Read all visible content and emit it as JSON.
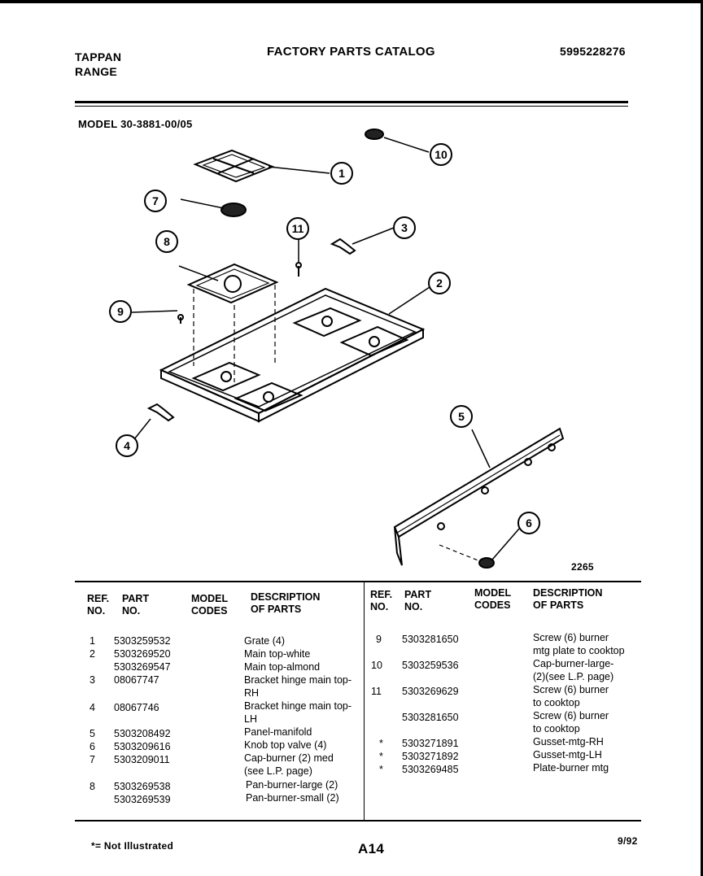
{
  "header": {
    "brand_line1": "TAPPAN",
    "brand_line2": "RANGE",
    "title": "FACTORY PARTS CATALOG",
    "catalog_number": "5995228276",
    "model": "MODEL 30-3881-00/05"
  },
  "diagram": {
    "callouts": [
      "1",
      "2",
      "3",
      "4",
      "5",
      "6",
      "7",
      "8",
      "9",
      "10",
      "11"
    ],
    "drawing_number": "2265"
  },
  "table": {
    "left_headers": {
      "ref": "REF.\nNO.",
      "part": "PART\nNO.",
      "model": "MODEL\nCODES",
      "desc": "DESCRIPTION\nOF PARTS"
    },
    "right_headers": {
      "ref": "REF.\nNO.",
      "part": "PART\nNO.",
      "model": "MODEL\nCODES",
      "desc": "DESCRIPTION\nOF PARTS"
    },
    "left_rows": [
      {
        "ref": "1",
        "part": "5303259532",
        "desc": "Grate (4)"
      },
      {
        "ref": "2",
        "part": "5303269520",
        "desc": "Main top-white"
      },
      {
        "ref": "",
        "part": "5303269547",
        "desc": "Main top-almond"
      },
      {
        "ref": "3",
        "part": "08067747",
        "desc": "Bracket hinge main top-\nRH"
      },
      {
        "ref": "4",
        "part": "08067746",
        "desc": "Bracket hinge main top-\nLH"
      },
      {
        "ref": "5",
        "part": "5303208492",
        "desc": "Panel-manifold"
      },
      {
        "ref": "6",
        "part": "5303209616",
        "desc": "Knob top valve (4)"
      },
      {
        "ref": "7",
        "part": "5303209011",
        "desc": "Cap-burner (2) med\n(see L.P. page)"
      },
      {
        "ref": "8",
        "part": "5303269538",
        "desc": "Pan-burner-large (2)"
      },
      {
        "ref": "",
        "part": "5303269539",
        "desc": "Pan-burner-small (2)"
      }
    ],
    "right_rows": [
      {
        "ref": "9",
        "part": "5303281650",
        "desc": "Screw (6) burner\nmtg plate to cooktop"
      },
      {
        "ref": "10",
        "part": "5303259536",
        "desc": "Cap-burner-large-\n(2)(see L.P. page)"
      },
      {
        "ref": "11",
        "part": "5303269629",
        "desc": "Screw (6) burner\nto cooktop"
      },
      {
        "ref": "",
        "part": "5303281650",
        "desc": "Screw (6) burner\nto cooktop"
      },
      {
        "ref": "*",
        "part": "5303271891",
        "desc": "Gusset-mtg-RH"
      },
      {
        "ref": "*",
        "part": "5303271892",
        "desc": "Gusset-mtg-LH"
      },
      {
        "ref": "*",
        "part": "5303269485",
        "desc": "Plate-burner mtg"
      }
    ]
  },
  "footer": {
    "note": "*= Not Illustrated",
    "page": "A14",
    "date": "9/92"
  }
}
